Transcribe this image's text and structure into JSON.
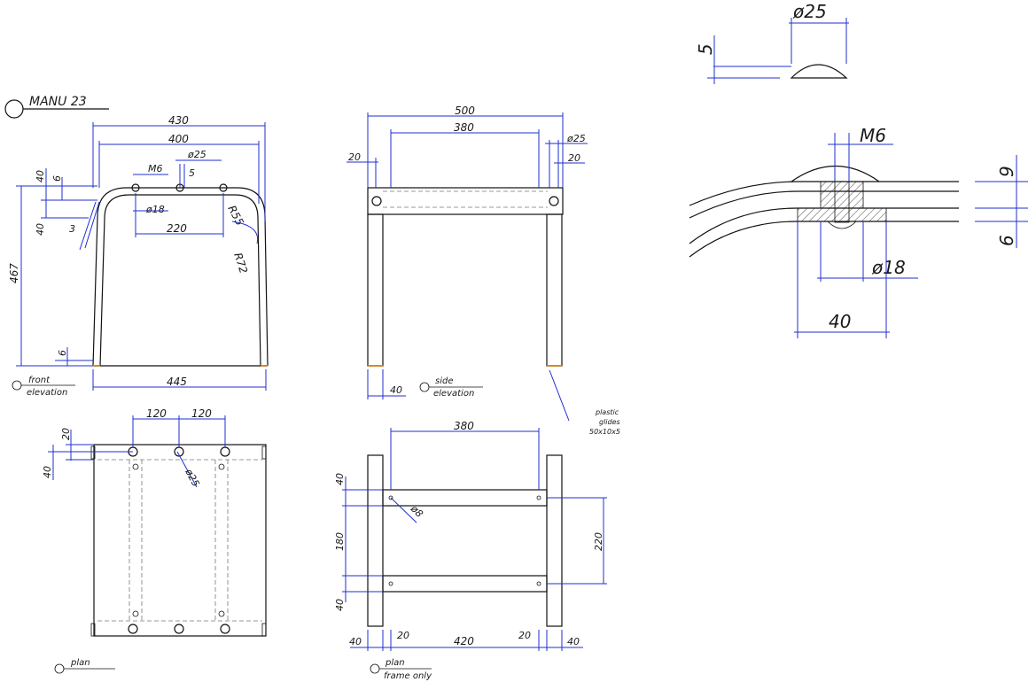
{
  "title": "MANU 23",
  "views": {
    "front": {
      "label_1": "front",
      "label_2": "elevation"
    },
    "side": {
      "label_1": "side",
      "label_2": "elevation"
    },
    "plan": {
      "label_1": "plan"
    },
    "plan_frame": {
      "label_1": "plan",
      "label_2": "frame only"
    }
  },
  "dims": {
    "front": {
      "w430": "430",
      "w400": "400",
      "d25": "ø25",
      "m6": "M6",
      "h5": "5",
      "d18": "ø18",
      "w220": "220",
      "r55": "R55",
      "r72": "R72",
      "h467": "467",
      "h40a": "40",
      "h6a": "6",
      "h40b": "40",
      "h3": "3",
      "h6b": "6",
      "w445": "445"
    },
    "side": {
      "w500": "500",
      "w380": "380",
      "d25": "ø25",
      "w20a": "20",
      "w20b": "20",
      "w40": "40"
    },
    "plan": {
      "w120a": "120",
      "w120b": "120",
      "h20": "20",
      "h40": "40",
      "d25": "ø25"
    },
    "frame": {
      "w380": "380",
      "h40a": "40",
      "h180": "180",
      "h40b": "40",
      "h220": "220",
      "d8": "ø8",
      "w40a": "40",
      "w20a": "20",
      "w420": "420",
      "w20b": "20",
      "w40b": "40"
    },
    "detail": {
      "d25": "ø25",
      "h5": "5",
      "m6": "M6",
      "h9": "9",
      "h6": "6",
      "d18": "ø18",
      "w40": "40"
    }
  },
  "notes": {
    "glides_1": "plastic",
    "glides_2": "glides",
    "glides_3": "50x10x5"
  }
}
